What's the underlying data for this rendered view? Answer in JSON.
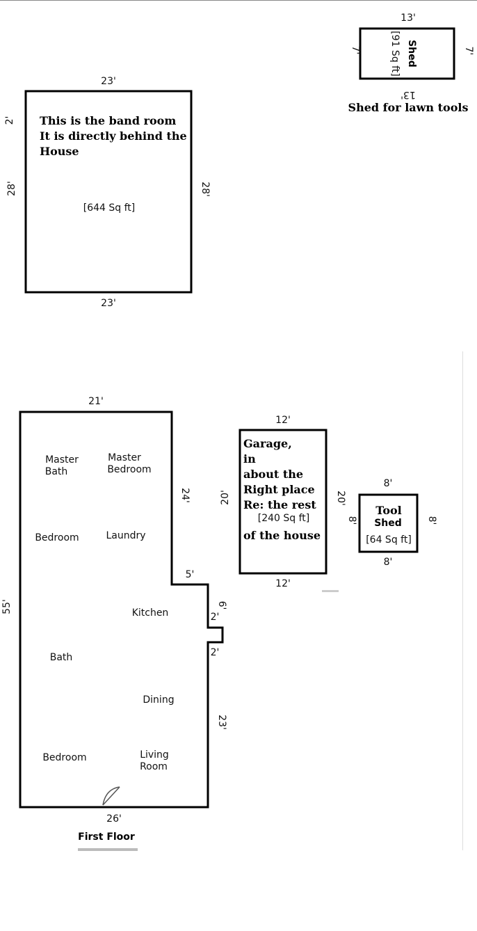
{
  "shed": {
    "dim_top": "13'",
    "dim_bottom": "13'",
    "dim_left": "7'",
    "dim_right": "7'",
    "label": "Shed",
    "area": "[91 Sq ft]",
    "caption": "Shed for lawn tools"
  },
  "band_room": {
    "dim_top": "23'",
    "dim_bottom": "23'",
    "dim_left_top": "2'",
    "dim_left": "28'",
    "dim_right": "28'",
    "note_line1": "This is the band room",
    "note_line2": "It is directly behind the",
    "note_line3": "House",
    "area": "[644 Sq ft]"
  },
  "house": {
    "dim_top": "21'",
    "dim_left": "55'",
    "dim_right_upper": "24'",
    "dim_notch_top": "5'",
    "dim_notch_side": "6'",
    "dim_bump_top": "2'",
    "dim_bump_bottom": "2'",
    "dim_right_lower": "23'",
    "dim_bottom": "26'",
    "rooms": {
      "master_bath_1": "Master",
      "master_bath_2": "Bath",
      "master_bedroom_1": "Master",
      "master_bedroom_2": "Bedroom",
      "bedroom_upper": "Bedroom",
      "laundry": "Laundry",
      "kitchen": "Kitchen",
      "bath": "Bath",
      "dining": "Dining",
      "bedroom_lower": "Bedroom",
      "living_1": "Living",
      "living_2": "Room"
    },
    "floor_label": "First Floor"
  },
  "garage": {
    "dim_top": "12'",
    "dim_bottom": "12'",
    "dim_left": "20'",
    "dim_right": "20'",
    "note_line1": "Garage,",
    "note_line2": "in",
    "note_line3": "about the",
    "note_line4": "Right place",
    "note_line5": "Re: the rest",
    "area": "[240 Sq ft]",
    "note_line6": "of the house"
  },
  "tool_shed": {
    "dim_top": "8'",
    "dim_bottom": "8'",
    "dim_left": "8'",
    "dim_right": "8'",
    "label1": "Tool",
    "label2": "Shed",
    "area": "[64 Sq ft]"
  }
}
